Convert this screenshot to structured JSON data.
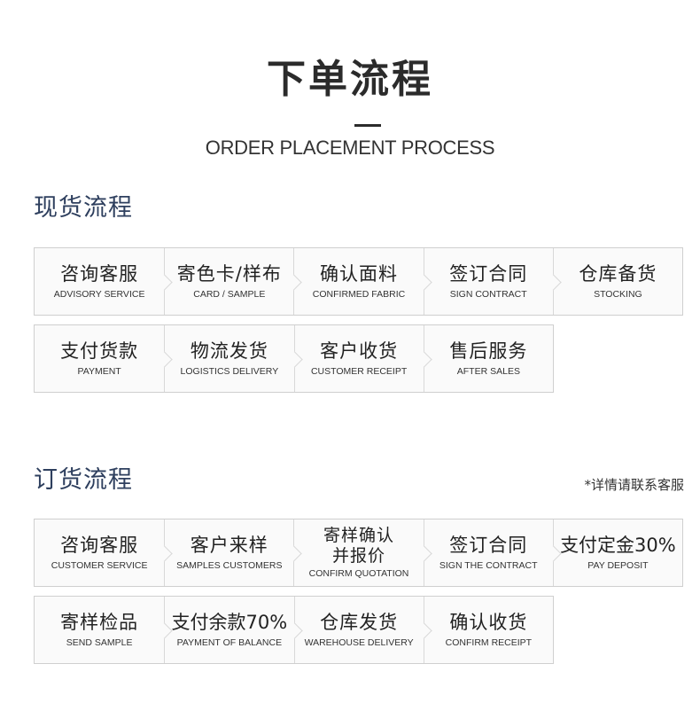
{
  "header": {
    "title": "下单流程",
    "subtitle": "ORDER PLACEMENT PROCESS"
  },
  "spot": {
    "title": "现货流程",
    "rows": [
      [
        {
          "cn": "咨询客服",
          "en": "ADVISORY SERVICE"
        },
        {
          "cn": "寄色卡/样布",
          "en": "CARD / SAMPLE"
        },
        {
          "cn": "确认面料",
          "en": "CONFIRMED FABRIC"
        },
        {
          "cn": "签订合同",
          "en": "SIGN CONTRACT"
        },
        {
          "cn": "仓库备货",
          "en": "STOCKING"
        }
      ],
      [
        {
          "cn": "支付货款",
          "en": "PAYMENT"
        },
        {
          "cn": "物流发货",
          "en": "LOGISTICS DELIVERY"
        },
        {
          "cn": "客户收货",
          "en": "CUSTOMER RECEIPT"
        },
        {
          "cn": "售后服务",
          "en": "AFTER SALES"
        }
      ]
    ]
  },
  "order": {
    "title": "订货流程",
    "note": "*详情请联系客服",
    "rows": [
      [
        {
          "cn": "咨询客服",
          "en": "CUSTOMER SERVICE"
        },
        {
          "cn": "客户来样",
          "en": "SAMPLES CUSTOMERS"
        },
        {
          "cn": "寄样确认\n并报价",
          "en": "CONFIRM QUOTATION"
        },
        {
          "cn": "签订合同",
          "en": "SIGN THE CONTRACT"
        },
        {
          "cn": "支付定金30%",
          "en": "PAY DEPOSIT"
        }
      ],
      [
        {
          "cn": "寄样检品",
          "en": "SEND SAMPLE"
        },
        {
          "cn": "支付余款70%",
          "en": "PAYMENT OF BALANCE"
        },
        {
          "cn": "仓库发货",
          "en": "WAREHOUSE DELIVERY"
        },
        {
          "cn": "确认收货",
          "en": "CONFIRM RECEIPT"
        }
      ]
    ]
  }
}
